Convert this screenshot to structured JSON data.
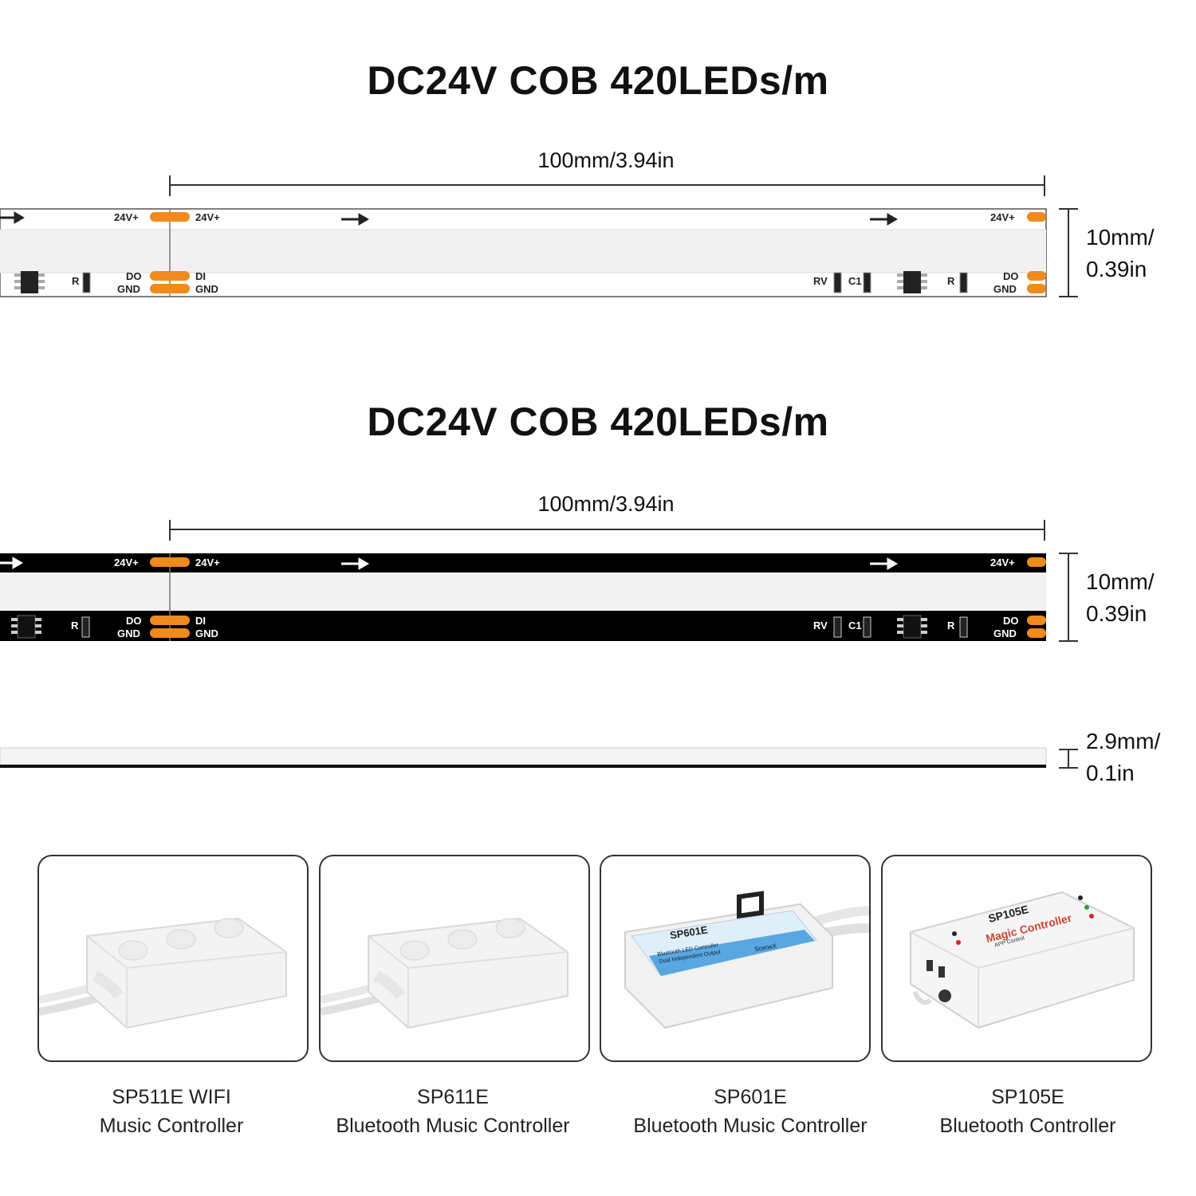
{
  "sections": [
    {
      "title": "DC24V COB 420LEDs/m",
      "length_label": "100mm/3.94in",
      "width_label_1": "10mm/",
      "width_label_2": "0.39in",
      "pcb_color": "#ffffff",
      "text_color": "#222222"
    },
    {
      "title": "DC24V COB 420LEDs/m",
      "length_label": "100mm/3.94in",
      "width_label_1": "10mm/",
      "width_label_2": "0.39in",
      "pcb_color": "#000000",
      "text_color": "#ffffff"
    }
  ],
  "strip_labels": {
    "v_left": "24V+",
    "v_mid": "24V+",
    "v_right": "24V+",
    "do_left": "DO",
    "gnd_left": "GND",
    "di": "DI",
    "gnd_mid": "GND",
    "rv": "RV",
    "c1": "C1",
    "r": "R",
    "do_right": "DO",
    "gnd_right": "GND"
  },
  "thickness": {
    "label_1": "2.9mm/",
    "label_2": "0.1in"
  },
  "controllers": [
    {
      "line1": "SP511E WIFI",
      "line2": "Music Controller"
    },
    {
      "line1": "SP611E",
      "line2": "Bluetooth Music Controller"
    },
    {
      "line1": "SP601E",
      "line2": "Bluetooth Music Controller",
      "device_label": "SP601E",
      "device_sub1": "Bluetooth LED Controller",
      "device_sub2": "Dual Independent Output",
      "device_brand": "SceneX"
    },
    {
      "line1": "SP105E",
      "line2": "Bluetooth Controller",
      "device_label": "SP105E",
      "device_sub1": "Magic Controller",
      "device_sub2": "APP Control"
    }
  ],
  "colors": {
    "pad": "#f08a1c",
    "diffuser": "#f2f2f2",
    "line": "#333333"
  }
}
